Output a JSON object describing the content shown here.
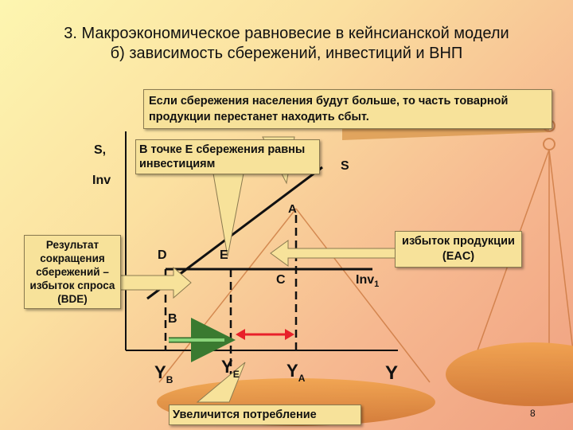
{
  "title": {
    "line1": "3. Макроэкономическое равновесие в кейнсианской модели",
    "line2": "б) зависимость сбережений, инвестиций и ВНП"
  },
  "callouts": {
    "savings_excess": "Если сбережения населения будут больше, то часть товарной продукции перестанет находить сбыт.",
    "point_e": "В точке E сбережения равны инвестициям",
    "result": "Результат сокращения сбережений – избыток спроса (BDE)",
    "surplus": "избыток продукции (EAC)",
    "consumption": "Увеличится потребление"
  },
  "axis": {
    "y_label_1": "S,",
    "y_label_2": "Inv",
    "x_label": "Y"
  },
  "points": {
    "A": "A",
    "C": "C",
    "D": "D",
    "E": "E",
    "B": "B",
    "S": "S",
    "inv": "Inv",
    "inv_sub": "1"
  },
  "income_levels": {
    "yb": "Y",
    "yb_sub": "B",
    "ye": "Y",
    "ye_sub": "E",
    "ya": "Y",
    "ya_sub": "A"
  },
  "page_number": "8",
  "colors": {
    "callout_fill": "#f7e29a",
    "arrow_red": "#e8202a",
    "arrow_green": "#7fd070",
    "scale": "#e08a3a"
  }
}
